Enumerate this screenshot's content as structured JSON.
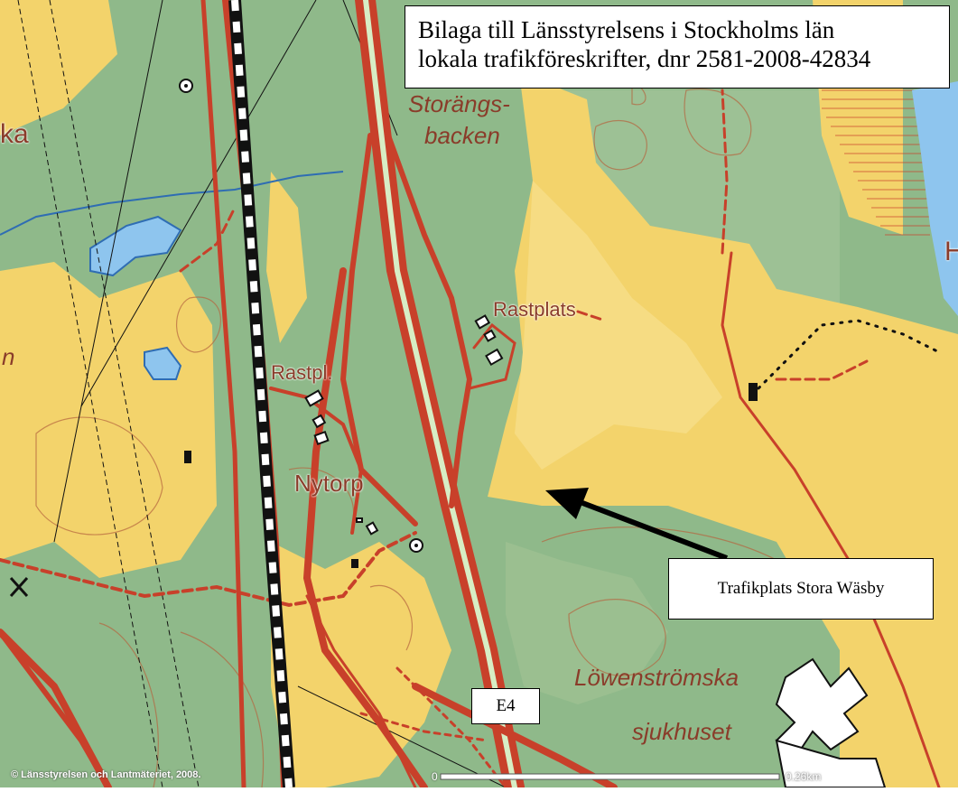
{
  "title_box": {
    "line1": "Bilaga till Länsstyrelsens i Stockholms län",
    "line2": "lokala trafikföreskrifter, dnr 2581-2008-42834"
  },
  "callout": {
    "label": "Trafikplats Stora Wäsby"
  },
  "road_marker": {
    "label": "E4"
  },
  "place_labels": {
    "storangs_1": "Storängs-",
    "storangs_2": "backen",
    "rastplats": "Rastplats",
    "rastpl": "Rastpl.",
    "nytorp": "Nytorp",
    "lowenstromska": "Löwenströmska",
    "sjukhuset": "sjukhuset",
    "ka_fragment": "ka",
    "h_fragment": "H",
    "n_fragment": "n"
  },
  "scale_bar": {
    "start": "0",
    "end": "0.26km"
  },
  "copyright": "© Länsstyrelsen och Lantmäteriet, 2008.",
  "colors": {
    "forest_green": "#8fb98a",
    "open_yellow": "#f3d36b",
    "road_red": "#c8402a",
    "railway_black": "#111111",
    "water_blue": "#8ec5ee",
    "contour_brown": "#b5653f"
  }
}
